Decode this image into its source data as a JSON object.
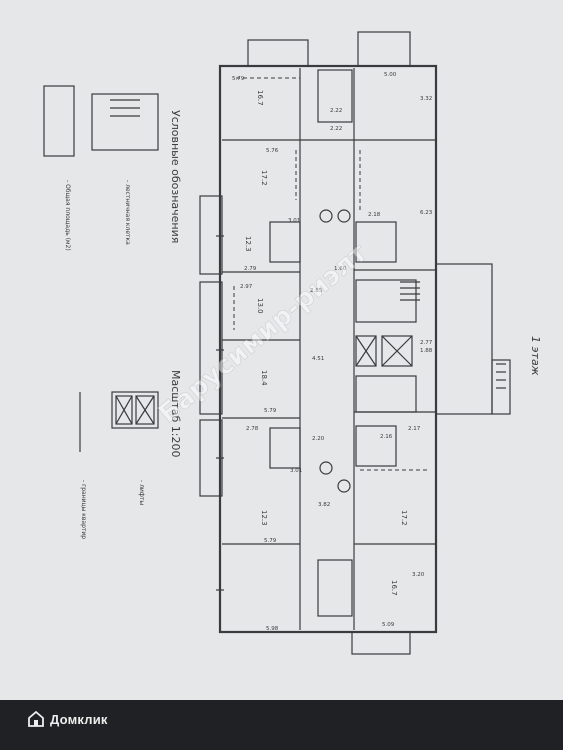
{
  "plan": {
    "floor_label": "1 этаж",
    "legend_title": "Условные обозначения",
    "scale_label": "Масштаб 1:200",
    "legend_items": [
      "- лестничная клетка",
      "- лифты",
      "- Общая площадь (м2)",
      "- границы квартир"
    ],
    "rooms_top": [
      {
        "area": "16.7",
        "dims": [
          "5.79",
          "5.00"
        ]
      },
      {
        "area": "17.2",
        "dims": [
          "5.76",
          "3.32"
        ]
      },
      {
        "area": "12.3",
        "dims": [
          "3.01",
          "2.18"
        ]
      },
      {
        "area": "13.0",
        "dims": [
          "2.97",
          "2.77"
        ]
      },
      {
        "area": "18.4",
        "dims": [
          "5.79",
          "2.79"
        ]
      }
    ],
    "rooms_bottom": [
      {
        "area": "12.3",
        "dims": [
          "5.79",
          "2.78"
        ]
      },
      {
        "area": "17.2",
        "dims": [
          "3.01",
          "2.17"
        ]
      },
      {
        "area": "16.7",
        "dims": [
          "5.98",
          "5.09"
        ]
      }
    ],
    "misc_labels": [
      "2.22",
      "2.22",
      "1.60",
      "2.85",
      "4.51",
      "1.88",
      "2.20",
      "2.16",
      "3.20",
      "3.82",
      "6.23"
    ]
  },
  "watermark": {
    "center_text": "Барусимир-риэлт",
    "brand": "Домклик"
  },
  "colors": {
    "background": "#1c1d1f",
    "paper": "#e8e9ea",
    "ink": "#3a3b3d"
  }
}
